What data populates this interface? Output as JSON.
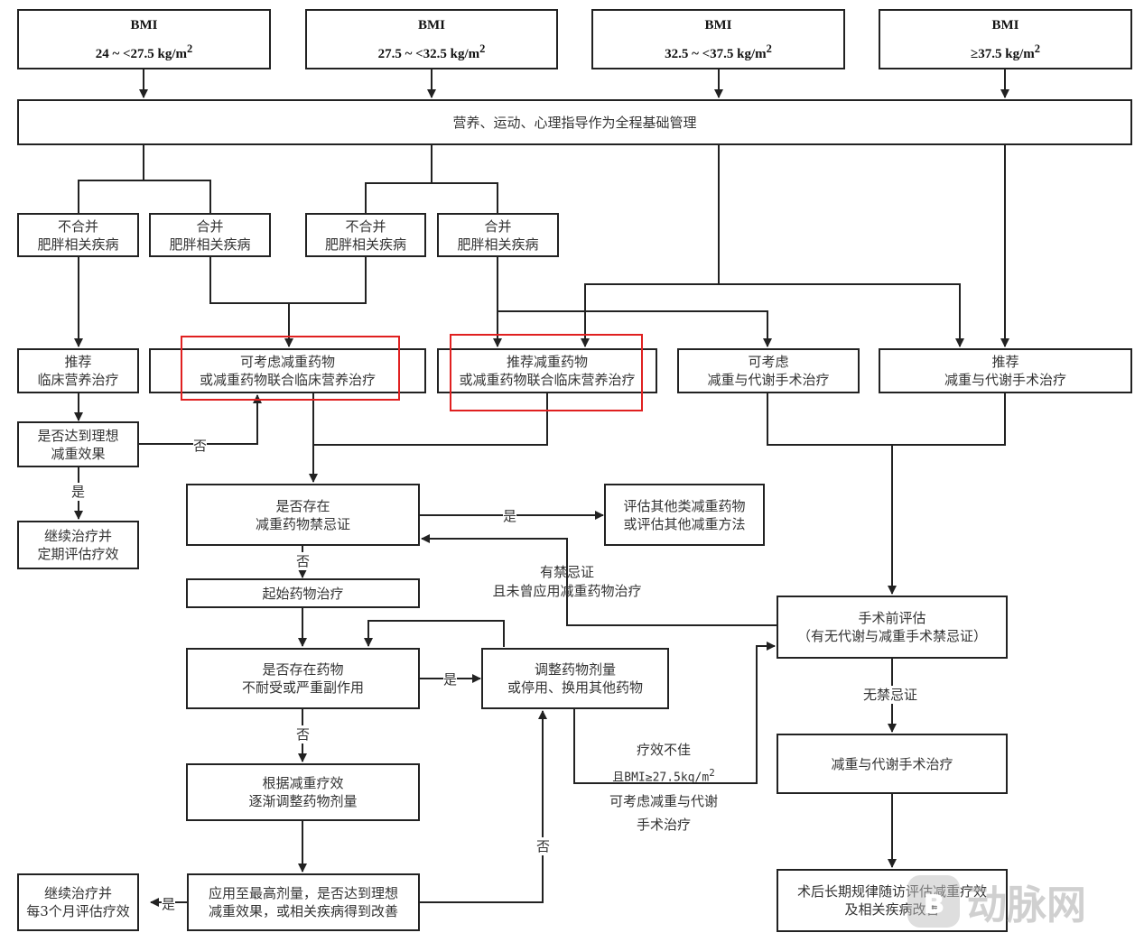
{
  "bmi_groups": [
    {
      "label": "BMI",
      "range": "24 ~ <27.5 kg/m",
      "sup": "2"
    },
    {
      "label": "BMI",
      "range": "27.5 ~ <32.5 kg/m",
      "sup": "2"
    },
    {
      "label": "BMI",
      "range": "32.5 ~ <37.5 kg/m",
      "sup": "2"
    },
    {
      "label": "BMI",
      "range": "≥37.5 kg/m",
      "sup": "2"
    }
  ],
  "foundation": "营养、运动、心理指导作为全程基础管理",
  "comorbidity": {
    "no": [
      "不合并",
      "肥胖相关疾病"
    ],
    "yes": [
      "合并",
      "肥胖相关疾病"
    ]
  },
  "recommend_mnt": [
    "推荐",
    "临床营养治疗"
  ],
  "consider_drug": [
    "可考虑减重药物",
    "或减重药物联合临床营养治疗"
  ],
  "recommend_drug": [
    "推荐减重药物",
    "或减重药物联合临床营养治疗"
  ],
  "consider_surgery": [
    "可考虑",
    "减重与代谢手术治疗"
  ],
  "recommend_surgery": [
    "推荐",
    "减重与代谢手术治疗"
  ],
  "ideal_effect": [
    "是否达到理想",
    "减重效果"
  ],
  "continue_periodic": [
    "继续治疗并",
    "定期评估疗效"
  ],
  "contraindication": [
    "是否存在",
    "减重药物禁忌证"
  ],
  "evaluate_other": [
    "评估其他类减重药物",
    "或评估其他减重方法"
  ],
  "start_drug": "起始药物治疗",
  "intolerance": [
    "是否存在药物",
    "不耐受或严重副作用"
  ],
  "adjust_dose": [
    "调整药物剂量",
    "或停用、换用其他药物"
  ],
  "gradual_adjust": [
    "根据减重疗效",
    "逐渐调整药物剂量"
  ],
  "max_dose": [
    "应用至最高剂量，是否达到理想",
    "减重效果，或相关疾病得到改善"
  ],
  "continue_3month": [
    "继续治疗并",
    "每3个月评估疗效"
  ],
  "preop": [
    "手术前评估",
    "（有无代谢与减重手术禁忌证）"
  ],
  "surgery": "减重与代谢手术治疗",
  "postop": [
    "术后长期规律随访评估减重疗效",
    "及相关疾病改善"
  ],
  "labels": {
    "yes": "是",
    "no": "否",
    "has_contra": [
      "有禁忌证",
      "且未曾应用减重药物治疗"
    ],
    "no_contra": "无禁忌证",
    "poor_effect": [
      "疗效不佳",
      "且BMI≥27.5kg/m",
      "可考虑减重与代谢",
      "手术治疗"
    ],
    "poor_effect_sup": "2"
  },
  "watermark": "动脉网",
  "colors": {
    "line": "#222222",
    "highlight": "#e02020"
  }
}
